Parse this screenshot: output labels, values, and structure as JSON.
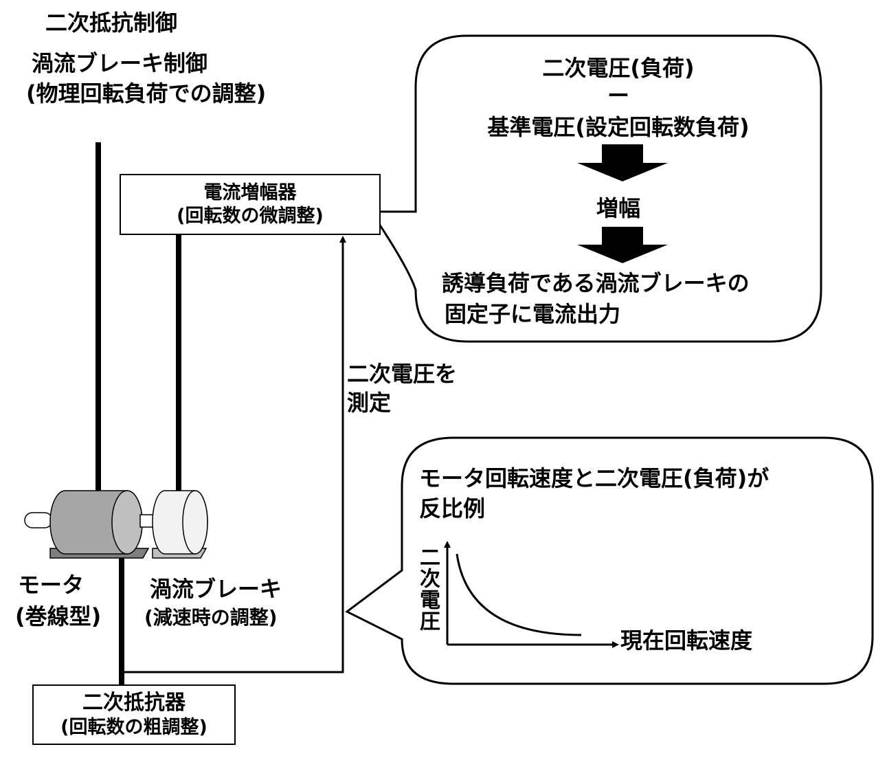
{
  "title_secondary_resistance": "二次抵抗制御",
  "title_eddy": {
    "line1": "渦流ブレーキ制御",
    "line2": "(物理回転負荷での調整)"
  },
  "amplifier": {
    "line1": "電流増幅器",
    "line2": "(回転数の微調整)"
  },
  "process_bubble": {
    "line1": "二次電圧(負荷)",
    "minus": "ー",
    "line2": "基準電圧(設定回転数負荷)",
    "amplify": "増幅",
    "line3": "誘導負荷である渦流ブレーキの",
    "line4": "固定子に電流出力"
  },
  "measure_label": {
    "line1": "二次電圧を",
    "line2": "測定"
  },
  "graph_bubble": {
    "line1": "モータ回転速度と二次電圧(負荷)が",
    "line2": "反比例",
    "y_axis": "二次電圧",
    "x_axis": "現在回転速度"
  },
  "motor_label": {
    "line1": "モータ",
    "line2": "(巻線型)"
  },
  "brake_label": {
    "line1": "渦流ブレーキ",
    "line2": "(減速時の調整)"
  },
  "resistor": {
    "line1": "二次抵抗器",
    "line2": "(回転数の粗調整)"
  },
  "colors": {
    "motor_body": "#a6a6a6",
    "motor_end": "#bfbfbf",
    "brake_body": "#f2f2f2",
    "base": "#a6a6a6",
    "line": "#000000"
  }
}
